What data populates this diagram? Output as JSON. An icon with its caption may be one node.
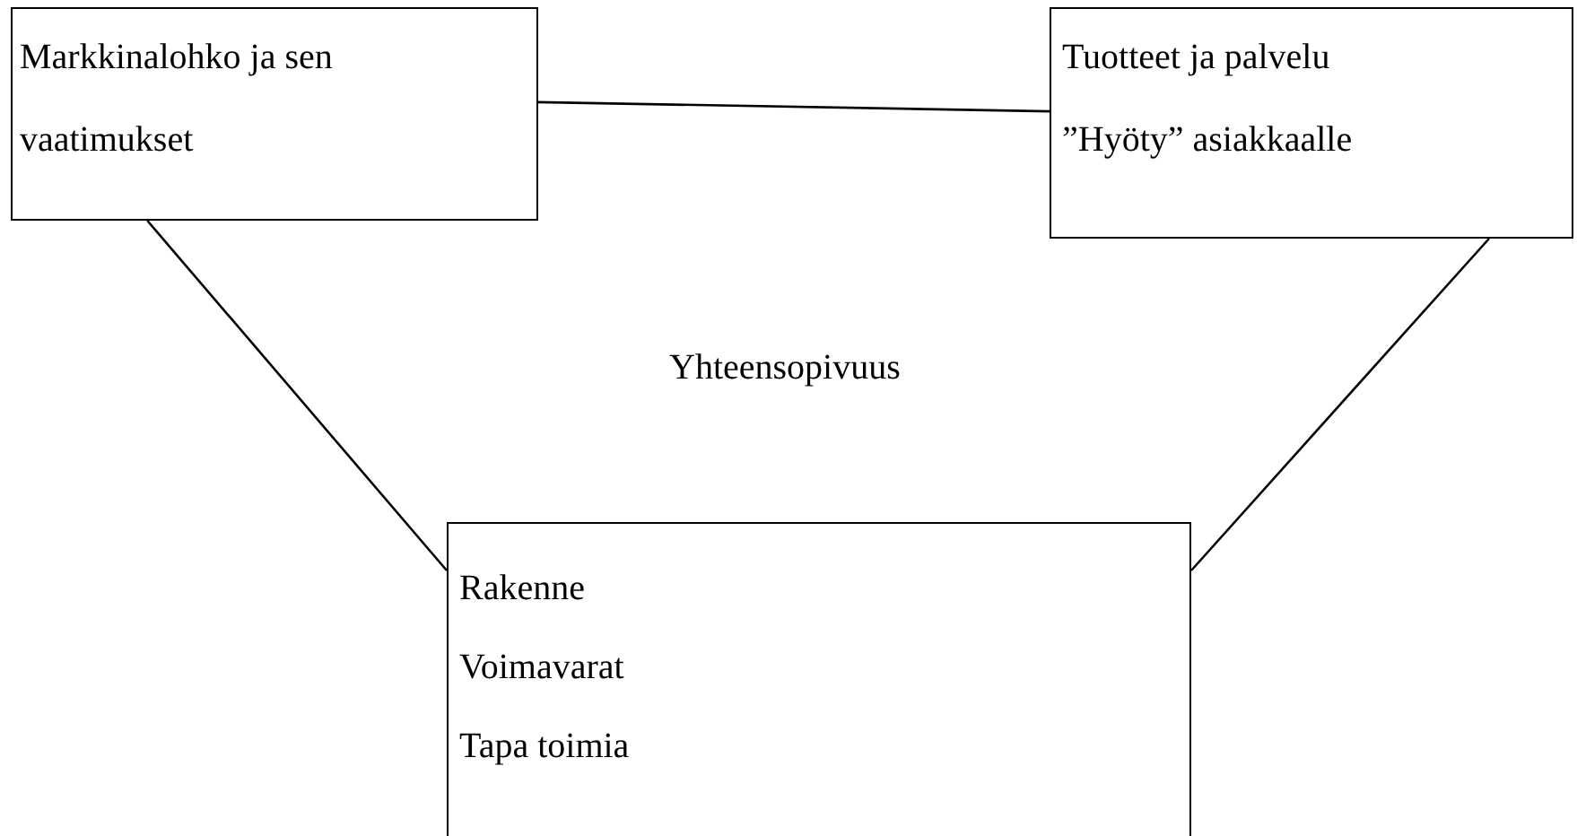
{
  "diagram": {
    "nodes": [
      {
        "text": [
          "Markkinalohko ja sen vaatimukset"
        ]
      },
      {
        "text": [
          "Tuotteet ja palvelu",
          "”Hyöty” asiakkaalle"
        ]
      },
      {
        "text": [
          "Rakenne",
          "Voimavarat",
          "Tapa toimia"
        ]
      }
    ],
    "edges": [
      {
        "from": 0,
        "to": 1,
        "arrow": "none"
      },
      {
        "from": 0,
        "to": 2,
        "arrow": "none"
      },
      {
        "from": 1,
        "to": 2,
        "arrow": "none"
      }
    ],
    "labels": [
      "Yhteensopivuus"
    ]
  }
}
